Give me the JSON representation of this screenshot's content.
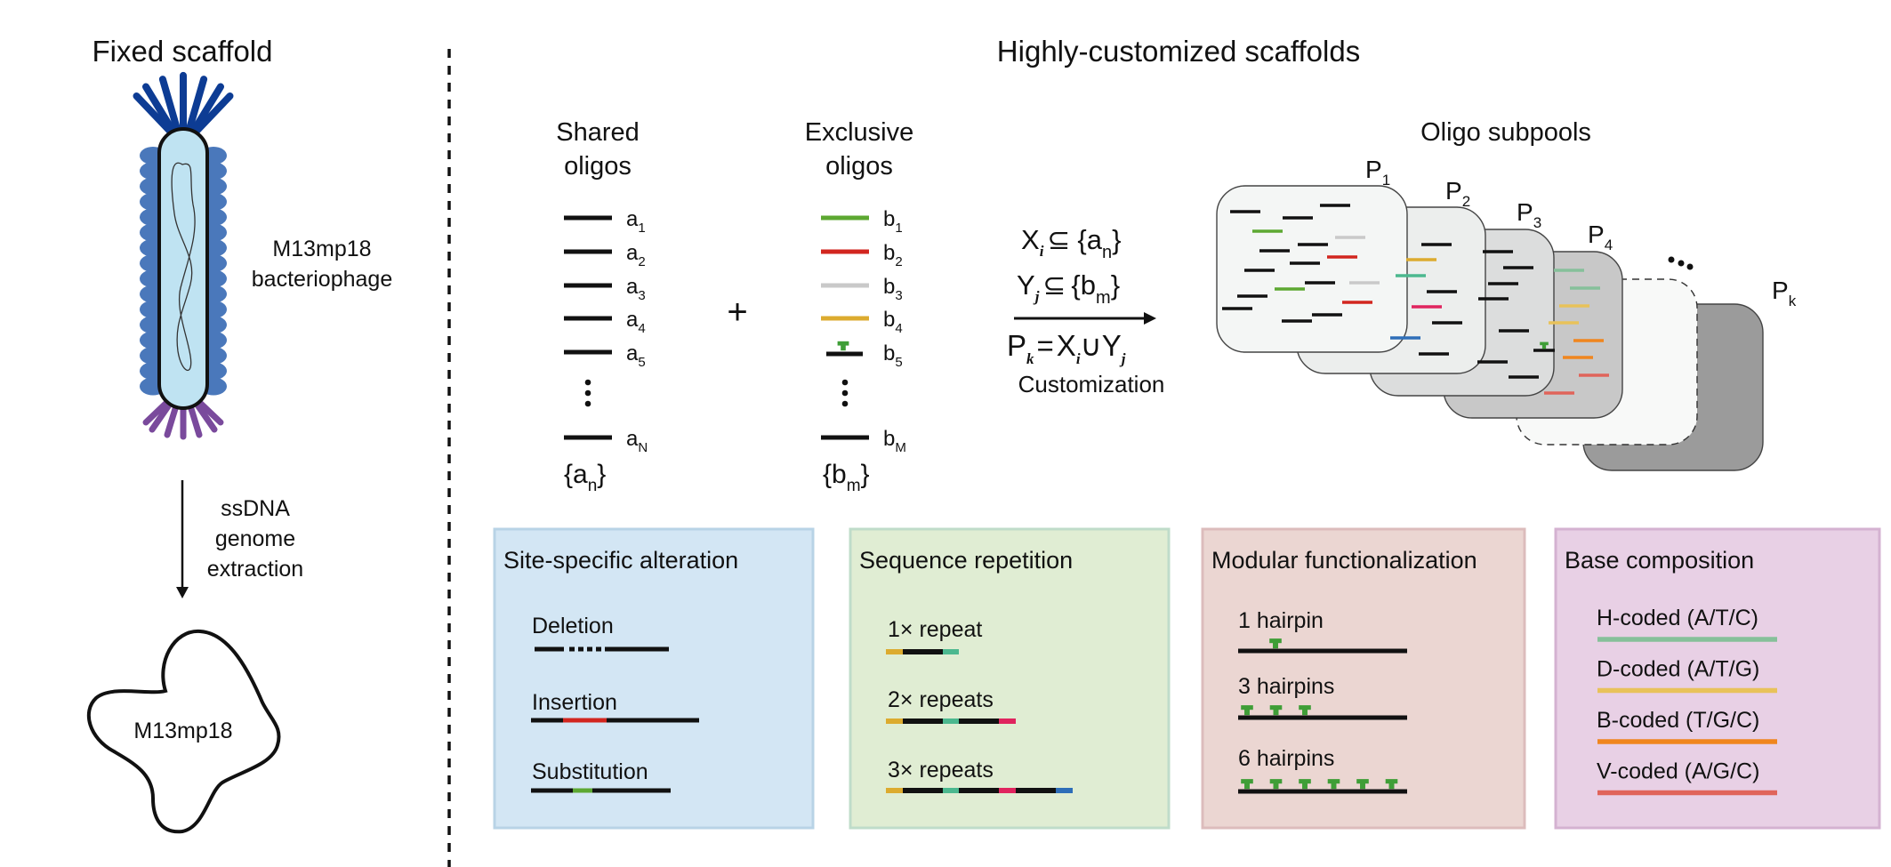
{
  "left_panel": {
    "title": "Fixed scaffold",
    "phage_label_line1": "M13mp18",
    "phage_label_line2": "bacteriophage",
    "arrow_label": [
      "ssDNA",
      "genome",
      "extraction"
    ],
    "genome_label": "M13mp18",
    "colors": {
      "capsid_fill": "#bfe3f2",
      "coat_protein": "#4a78bb",
      "head_spikes": "#0d3c94",
      "tail_spikes": "#7a4a9c"
    }
  },
  "right_panel": {
    "title": "Highly-customized scaffolds",
    "shared": {
      "title_line1": "Shared",
      "title_line2": "oligos",
      "items": [
        {
          "base": "a",
          "sub": "1",
          "color": "#111111"
        },
        {
          "base": "a",
          "sub": "2",
          "color": "#111111"
        },
        {
          "base": "a",
          "sub": "3",
          "color": "#111111"
        },
        {
          "base": "a",
          "sub": "4",
          "color": "#111111"
        },
        {
          "base": "a",
          "sub": "5",
          "color": "#111111"
        }
      ],
      "last": {
        "base": "a",
        "sub": "N"
      },
      "set_base": "a",
      "set_sub": "n"
    },
    "plus": "+",
    "exclusive": {
      "title_line1": "Exclusive",
      "title_line2": "oligos",
      "items": [
        {
          "base": "b",
          "sub": "1",
          "color": "#5da832",
          "hairpin": false
        },
        {
          "base": "b",
          "sub": "2",
          "color": "#d2261f",
          "hairpin": false
        },
        {
          "base": "b",
          "sub": "3",
          "color": "#c9c9c9",
          "hairpin": false
        },
        {
          "base": "b",
          "sub": "4",
          "color": "#dcab2f",
          "hairpin": false
        },
        {
          "base": "b",
          "sub": "5",
          "color": "#111111",
          "hairpin": true
        }
      ],
      "last": {
        "base": "b",
        "sub": "M"
      },
      "set_base": "b",
      "set_sub": "m"
    },
    "formula": {
      "line1": {
        "var": "X",
        "idx": "i",
        "rel": "⊆",
        "set": "{a",
        "set_sub": "n",
        "close": "}"
      },
      "line2": {
        "var": "Y",
        "idx": "j",
        "rel": "⊆",
        "set": "{b",
        "set_sub": "m",
        "close": "}"
      },
      "line3": {
        "lhs": "P",
        "lhs_idx": "k",
        "eq": "=",
        "x": "X",
        "x_idx": "i",
        "union": "∪",
        "y": "Y",
        "y_idx": "j"
      },
      "caption": "Customization"
    },
    "subpools": {
      "title": "Oligo subpools",
      "ellipsis": "•••",
      "pools": [
        {
          "label": "P",
          "sub": "1",
          "fill": "#f4f6f5"
        },
        {
          "label": "P",
          "sub": "2",
          "fill": "#eceeed"
        },
        {
          "label": "P",
          "sub": "3",
          "fill": "#dcdddd"
        },
        {
          "label": "P",
          "sub": "4",
          "fill": "#c8c8c8"
        },
        {
          "label": "",
          "sub": "",
          "fill": "#f8f9f8"
        },
        {
          "label": "P",
          "sub": "k",
          "fill": "#9b9b9b"
        }
      ]
    }
  },
  "boxes": [
    {
      "title": "Site-specific alteration",
      "fill": "#d3e6f4",
      "border": "#b8d3e6",
      "items": [
        "Deletion",
        "Insertion",
        "Substitution"
      ],
      "colors": {
        "insert": "#d2261f",
        "substitute": "#5da832"
      }
    },
    {
      "title": "Sequence repetition",
      "fill": "#e0edd3",
      "border": "#bfdcca",
      "items": [
        "1× repeat",
        "2× repeats",
        "3× repeats"
      ],
      "colors": {
        "start": "#dcab2f",
        "r1": "#4cb88f",
        "r2": "#e0245e",
        "r3": "#2e6eb8"
      }
    },
    {
      "title": "Modular functionalization",
      "fill": "#ebd6d2",
      "border": "#dcbcbc",
      "items": [
        "1 hairpin",
        "3 hairpins",
        "6 hairpins"
      ],
      "hairpin_counts": [
        1,
        3,
        6
      ],
      "colors": {
        "hairpin": "#3f9e37"
      }
    },
    {
      "title": "Base composition",
      "fill": "#e8d0e5",
      "border": "#d4b2d1",
      "items": [
        {
          "label": "H-coded (A/T/C)",
          "color": "#86c09a"
        },
        {
          "label": "D-coded (A/T/G)",
          "color": "#e8c25a"
        },
        {
          "label": "B-coded (T/G/C)",
          "color": "#f0861e"
        },
        {
          "label": "V-coded (A/G/C)",
          "color": "#e0645a"
        }
      ]
    }
  ]
}
